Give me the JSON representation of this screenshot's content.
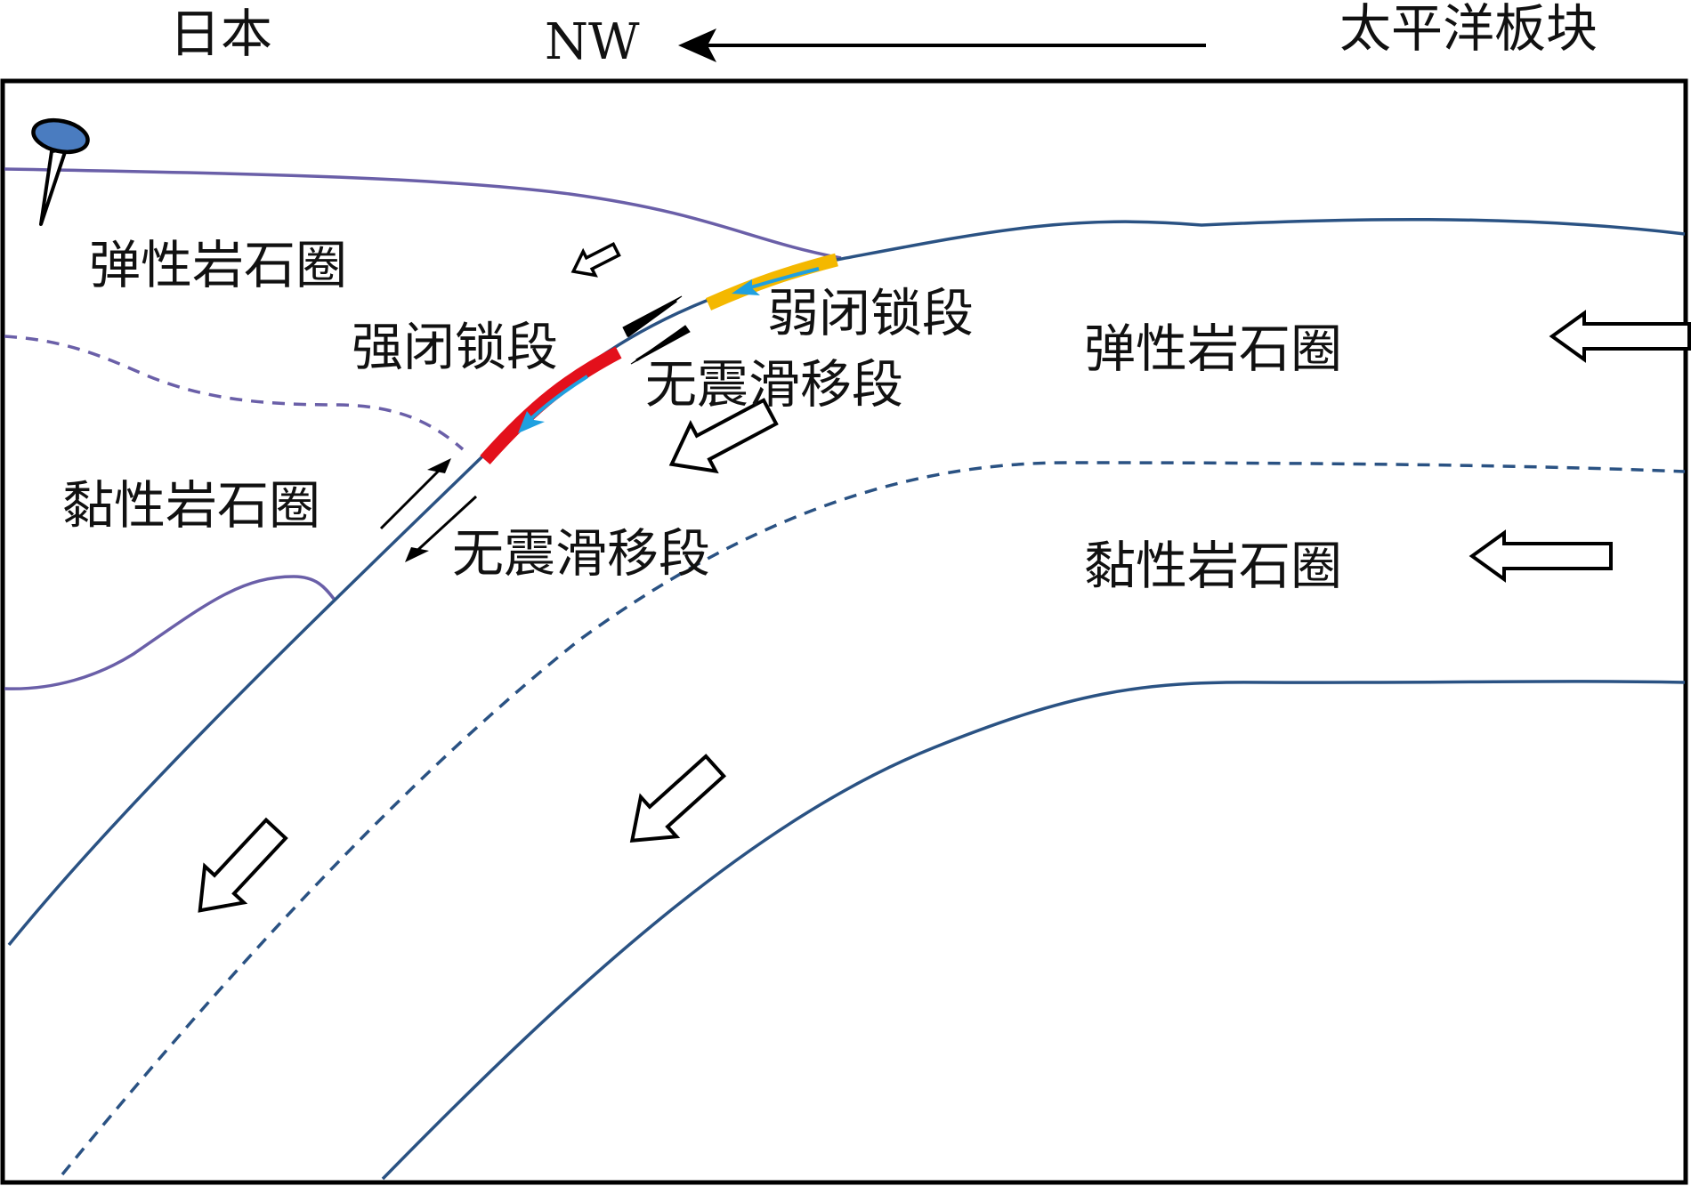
{
  "header": {
    "left_label": "日本",
    "direction_label": "NW",
    "right_label": "太平洋板块"
  },
  "labels": {
    "japan_elastic": "弹性岩石圈",
    "japan_viscous": "黏性岩石圈",
    "strong_locked": "强闭锁段",
    "weak_locked": "弱闭锁段",
    "aseismic_upper": "无震滑移段",
    "aseismic_lower": "无震滑移段",
    "pacific_elastic": "弹性岩石圈",
    "pacific_viscous": "黏性岩石圈"
  },
  "colors": {
    "plate_boundary": "#2a5283",
    "overriding_plate": "#6a5fa8",
    "strong_locked": "#e3101b",
    "weak_locked": "#f4b800",
    "slip_arrow": "#1fa0e0",
    "pin": "#4a7cc0",
    "frame": "#000000"
  },
  "icons": {
    "observation_pin": "map-pin-icon"
  }
}
